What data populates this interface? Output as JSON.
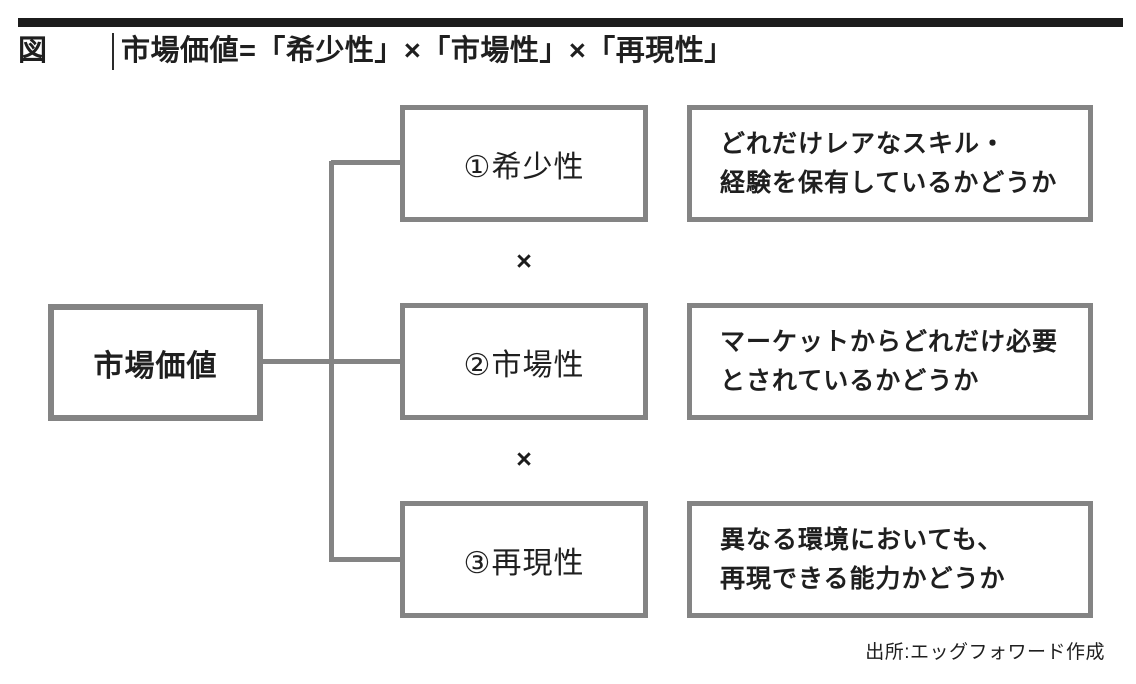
{
  "page": {
    "figure_label": "図",
    "title": "市場価値=「希少性」×「市場性」×「再現性」",
    "multiply_symbol": "×",
    "source": "出所:エッグフォワード作成"
  },
  "diagram": {
    "root_label": "市場価値",
    "rows": [
      {
        "label": "①希少性",
        "desc_line1": "どれだけレアなスキル・",
        "desc_line2": "経験を保有しているかどうか"
      },
      {
        "label": "②市場性",
        "desc_line1": "マーケットからどれだけ必要",
        "desc_line2": "とされているかどうか"
      },
      {
        "label": "③再現性",
        "desc_line1": "異なる環境においても、",
        "desc_line2": "再現できる能力かどうか"
      }
    ],
    "colors": {
      "border": "#848484",
      "text": "#1f1f1f",
      "top_bar": "#1c1c1c"
    }
  }
}
